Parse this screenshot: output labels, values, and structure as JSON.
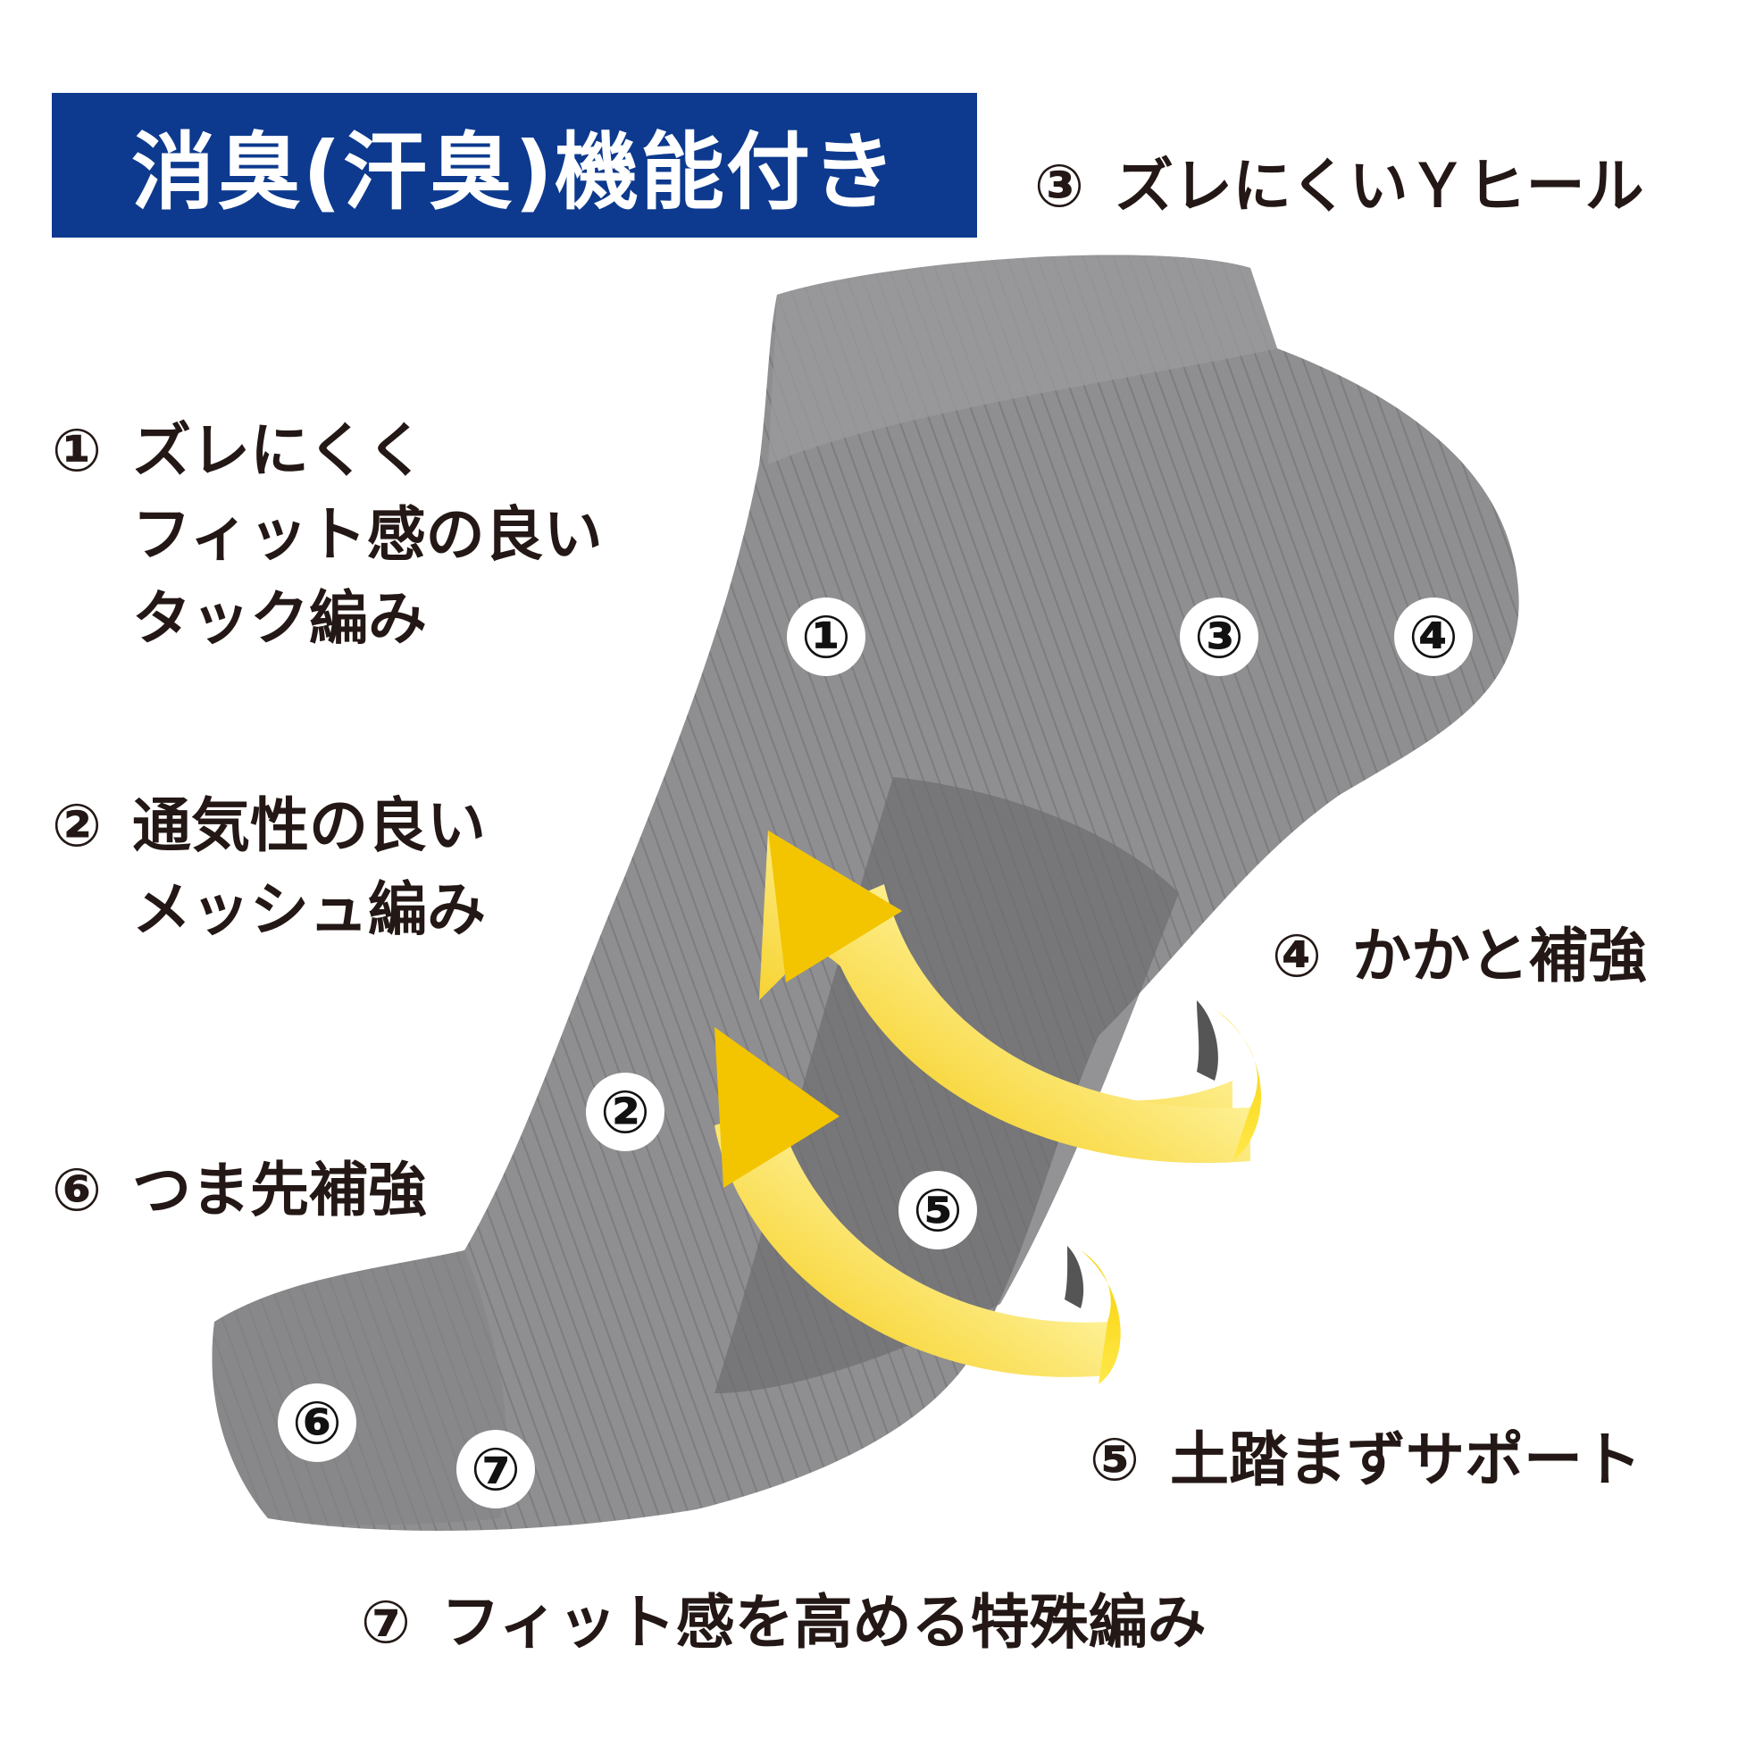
{
  "banner": {
    "title": "消臭(汗臭)機能付き"
  },
  "features": [
    {
      "num": "①",
      "lines": [
        "ズレにくく",
        "フィット感の良い",
        "タック編み"
      ]
    },
    {
      "num": "②",
      "lines": [
        "通気性の良い",
        "メッシュ編み"
      ]
    },
    {
      "num": "③",
      "lines": [
        "ズレにくいＹヒール"
      ]
    },
    {
      "num": "④",
      "lines": [
        "かかと補強"
      ]
    },
    {
      "num": "⑤",
      "lines": [
        "土踏まずサポート"
      ]
    },
    {
      "num": "⑥",
      "lines": [
        "つま先補強"
      ]
    },
    {
      "num": "⑦",
      "lines": [
        "フィット感を高める特殊編み"
      ]
    }
  ],
  "markers": [
    "①",
    "②",
    "③",
    "④",
    "⑤",
    "⑥",
    "⑦"
  ],
  "colors": {
    "banner": "#0d3a8e",
    "sock": "#8e8e90",
    "sock_dark": "#6f6f72",
    "arrow": "#f3c400",
    "text": "#231815"
  }
}
